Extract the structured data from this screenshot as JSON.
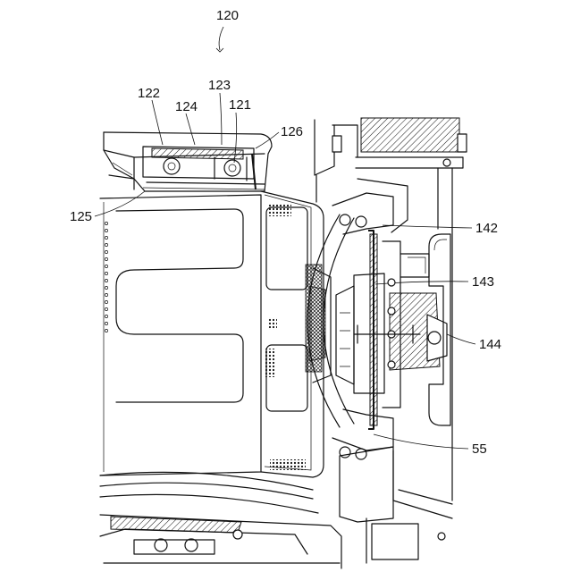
{
  "figure": {
    "labels": {
      "l120": "120",
      "l122": "122",
      "l123": "123",
      "l124": "124",
      "l121": "121",
      "l126": "126",
      "l125": "125",
      "l142": "142",
      "l143": "143",
      "l144": "144",
      "l55": "55"
    }
  }
}
